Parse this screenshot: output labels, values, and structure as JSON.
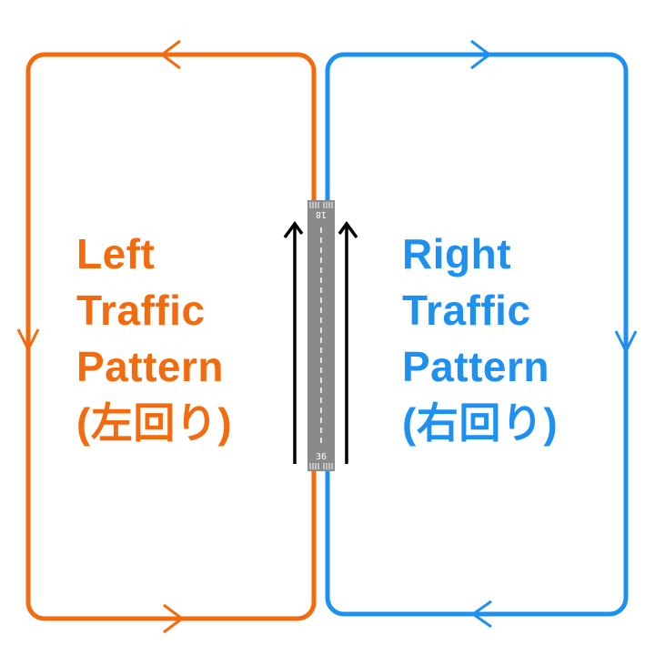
{
  "colors": {
    "left": "#f26b0f",
    "right": "#1e90f0",
    "runway": "#8a8a8a",
    "arrow": "#000000"
  },
  "left_pattern": {
    "lines": [
      "Left",
      "Traffic",
      "Pattern",
      "(左回り)"
    ]
  },
  "right_pattern": {
    "lines": [
      "Right",
      "Traffic",
      "Pattern",
      "(右回り)"
    ]
  },
  "runway": {
    "top_number": "18",
    "bottom_number": "36"
  }
}
